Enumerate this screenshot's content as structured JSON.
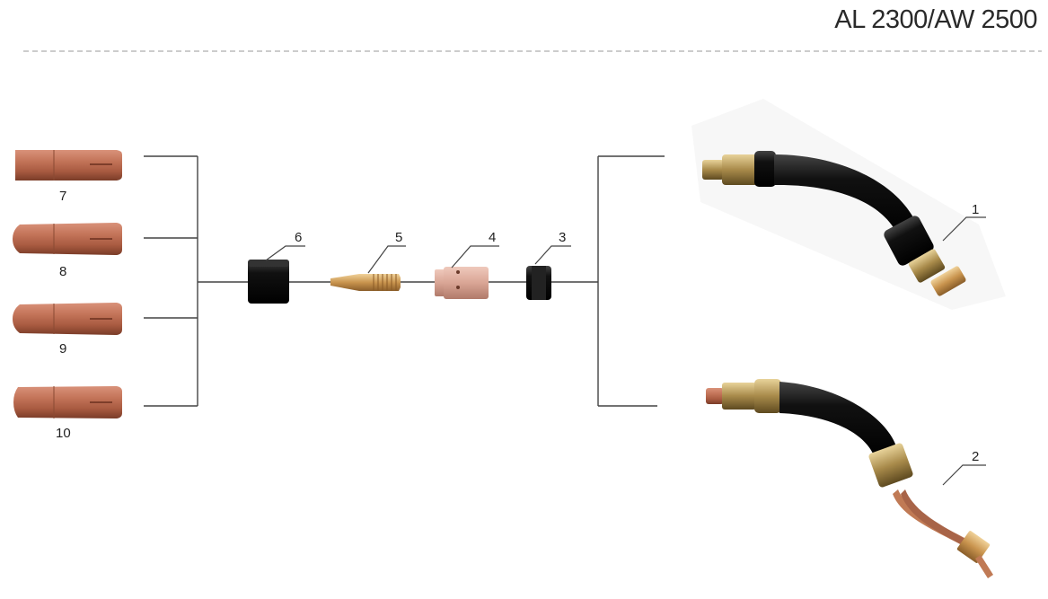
{
  "header": {
    "model_title": "AL 2300/AW 2500"
  },
  "parts": [
    {
      "number": "1"
    },
    {
      "number": "2"
    },
    {
      "number": "3"
    },
    {
      "number": "4"
    },
    {
      "number": "5"
    },
    {
      "number": "6"
    },
    {
      "number": "7"
    },
    {
      "number": "8"
    },
    {
      "number": "9"
    },
    {
      "number": "10"
    }
  ],
  "colors": {
    "copper": "#b8674a",
    "brass": "#b89a55",
    "black": "#111111",
    "line": "#444444"
  }
}
